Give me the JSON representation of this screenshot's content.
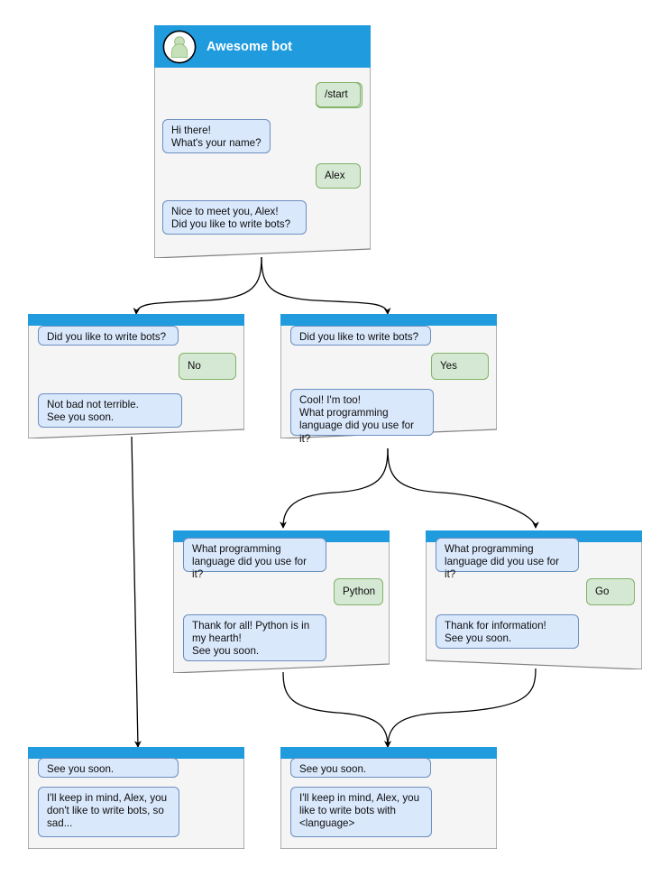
{
  "diagram": {
    "title": "Awesome bot conversation flow",
    "colors": {
      "header_blue": "#1f9bde",
      "node_body": "#f5f5f5",
      "node_border": "#808080",
      "bot_bubble_fill": "#dae8fc",
      "bot_bubble_border": "#6c8ebf",
      "user_bubble_fill": "#d5e8d4",
      "user_bubble_border": "#82b366",
      "edge_stroke": "#000000",
      "avatar_fill": "#ffffff",
      "avatar_person": "#b5d9a8"
    }
  },
  "nodes": {
    "root": {
      "header": {
        "title": "Awesome bot",
        "avatar_icon": "person-avatar-icon"
      },
      "messages": [
        {
          "role": "user",
          "text": "/start"
        },
        {
          "role": "bot",
          "text": "Hi there!\nWhat's your name?"
        },
        {
          "role": "user",
          "text": "Alex"
        },
        {
          "role": "bot",
          "text": "Nice to meet you, Alex!\nDid you like to write bots?"
        }
      ]
    },
    "no_branch": {
      "messages": [
        {
          "role": "bot",
          "text": "Did you like to write bots?"
        },
        {
          "role": "user",
          "text": "No"
        },
        {
          "role": "bot",
          "text": "Not bad not terrible.\nSee you soon."
        }
      ]
    },
    "yes_branch": {
      "messages": [
        {
          "role": "bot",
          "text": "Did you like to write bots?"
        },
        {
          "role": "user",
          "text": "Yes"
        },
        {
          "role": "bot",
          "text": "Cool! I'm too!\nWhat programming\nlanguage did you use for it?"
        }
      ]
    },
    "python_branch": {
      "messages": [
        {
          "role": "bot",
          "text": "What programming\nlanguage did you use for it?"
        },
        {
          "role": "user",
          "text": "Python"
        },
        {
          "role": "bot",
          "text": "Thank for all! Python is in\nmy hearth!\nSee you soon."
        }
      ]
    },
    "go_branch": {
      "messages": [
        {
          "role": "bot",
          "text": "What programming\nlanguage did you use for it?"
        },
        {
          "role": "user",
          "text": "Go"
        },
        {
          "role": "bot",
          "text": "Thank for information!\nSee you soon."
        }
      ]
    },
    "end_sad": {
      "messages": [
        {
          "role": "bot",
          "text": "See you soon."
        },
        {
          "role": "bot",
          "text": "I'll keep in mind, Alex, you\ndon't like to write bots, so\nsad..."
        }
      ]
    },
    "end_happy": {
      "messages": [
        {
          "role": "bot",
          "text": "See you soon."
        },
        {
          "role": "bot",
          "text": "I'll keep in mind, Alex, you\nlike to write bots with\n<language>"
        }
      ]
    }
  }
}
